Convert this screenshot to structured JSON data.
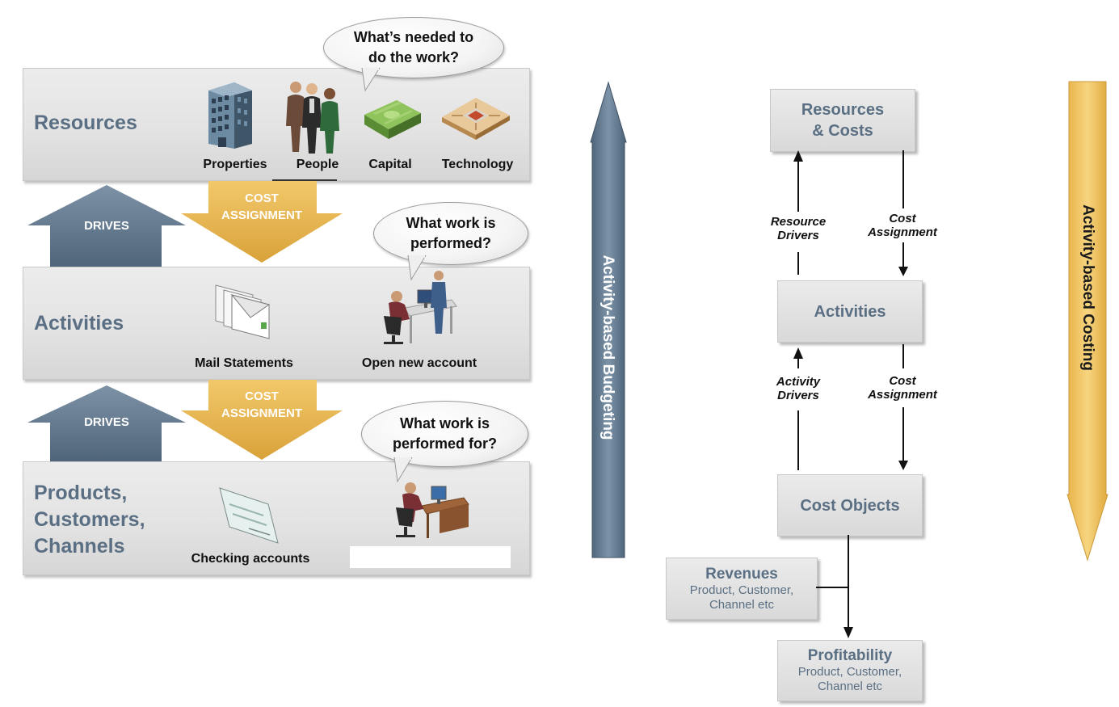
{
  "left": {
    "bands": {
      "resources": {
        "title": "Resources",
        "captions": [
          "Properties",
          "People",
          "Capital",
          "Technology"
        ]
      },
      "activities": {
        "title": "Activities",
        "captions": [
          "Mail Statements",
          "Open new account"
        ]
      },
      "products": {
        "title_lines": [
          "Products,",
          "Customers,",
          "Channels"
        ],
        "captions": [
          "Checking accounts"
        ]
      }
    },
    "bubbles": {
      "needed": [
        "What’s needed to",
        "do the work?"
      ],
      "performed": [
        "What work is",
        "performed?"
      ],
      "performed_for": [
        "What work is",
        "performed for?"
      ]
    },
    "drives_label": "DRIVES",
    "cost_assignment_lines": [
      "COST",
      "ASSIGNMENT"
    ],
    "budgeting_label": "Activity-based Budgeting"
  },
  "right": {
    "boxes": {
      "resources_costs": [
        "Resources",
        "& Costs"
      ],
      "activities": "Activities",
      "cost_objects": "Cost Objects",
      "revenues": {
        "title": "Revenues",
        "sub": [
          "Product, Customer,",
          "Channel etc"
        ]
      },
      "profitability": {
        "title": "Profitability",
        "sub": [
          "Product, Customer,",
          "Channel etc"
        ]
      }
    },
    "edge_labels": {
      "resource_drivers": [
        "Resource",
        "Drivers"
      ],
      "cost_assignment": [
        "Cost",
        "Assignment"
      ],
      "activity_drivers": [
        "Activity",
        "Drivers"
      ]
    },
    "costing_label": "Activity-based Costing"
  },
  "colors": {
    "slate_blue": "#5a6f83",
    "gold": "#e8b44a",
    "band_gray": "#e3e3e3"
  },
  "icons": [
    "building-icon",
    "people-icon",
    "money-icon",
    "computer-chip-icon",
    "envelopes-icon",
    "office-worker-icon",
    "check-icon"
  ]
}
